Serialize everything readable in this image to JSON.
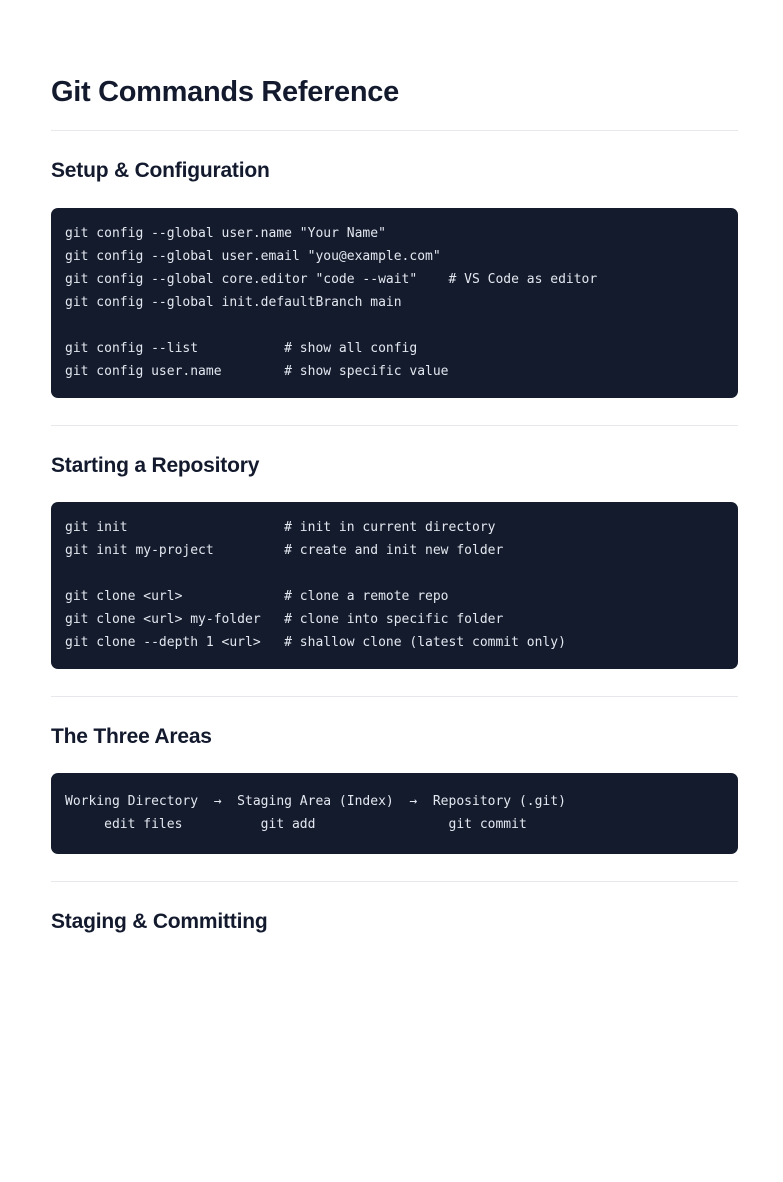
{
  "document": {
    "title": "Git Commands Reference",
    "accent_color": "#141b2d",
    "text_color": "#131a2e",
    "code_text_color": "#e3e7ef",
    "rule_color": "#e6e8eb",
    "background_color": "#ffffff"
  },
  "sections": [
    {
      "id": "setup-configuration",
      "heading": "Setup & Configuration",
      "code": "git config --global user.name \"Your Name\"\ngit config --global user.email \"you@example.com\"\ngit config --global core.editor \"code --wait\"    # VS Code as editor\ngit config --global init.defaultBranch main\n\ngit config --list           # show all config\ngit config user.name        # show specific value"
    },
    {
      "id": "starting-a-repository",
      "heading": "Starting a Repository",
      "code": "git init                    # init in current directory\ngit init my-project         # create and init new folder\n\ngit clone <url>             # clone a remote repo\ngit clone <url> my-folder   # clone into specific folder\ngit clone --depth 1 <url>   # shallow clone (latest commit only)"
    },
    {
      "id": "the-three-areas",
      "heading": "The Three Areas",
      "code": "Working Directory  →  Staging Area (Index)  →  Repository (.git)\n     edit files          git add                 git commit"
    },
    {
      "id": "staging-committing",
      "heading": "Staging & Committing",
      "code": null
    }
  ]
}
